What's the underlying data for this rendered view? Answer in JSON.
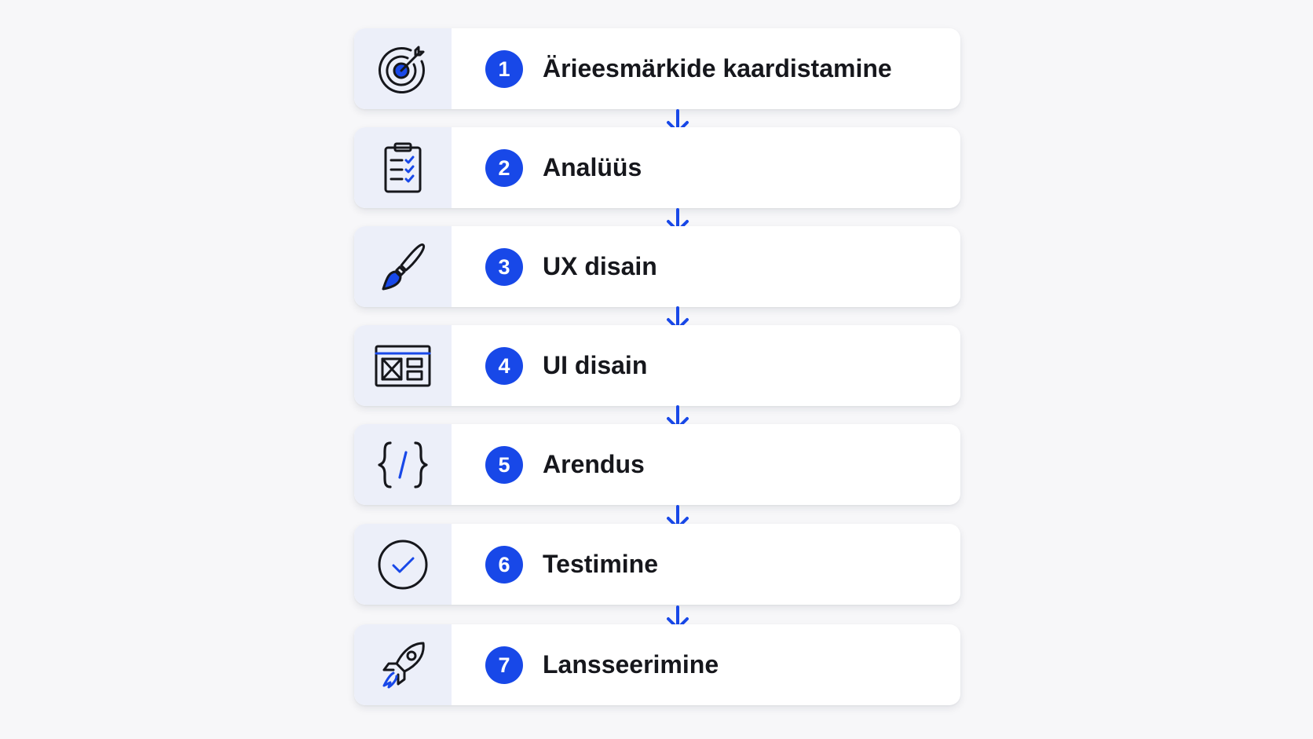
{
  "colors": {
    "accent": "#1848e8",
    "icon_stroke": "#16171c",
    "icon_bg": "#eceff9",
    "card_bg": "#ffffff",
    "text": "#16171c"
  },
  "steps": [
    {
      "number": "1",
      "label": "Ärieesmärkide kaardistamine",
      "icon": "target-icon"
    },
    {
      "number": "2",
      "label": "Analüüs",
      "icon": "clipboard-checklist-icon"
    },
    {
      "number": "3",
      "label": "UX disain",
      "icon": "paintbrush-icon"
    },
    {
      "number": "4",
      "label": "UI disain",
      "icon": "wireframe-layout-icon"
    },
    {
      "number": "5",
      "label": "Arendus",
      "icon": "code-braces-icon"
    },
    {
      "number": "6",
      "label": "Testimine",
      "icon": "check-circle-icon"
    },
    {
      "number": "7",
      "label": "Lansseerimine",
      "icon": "rocket-icon"
    }
  ]
}
